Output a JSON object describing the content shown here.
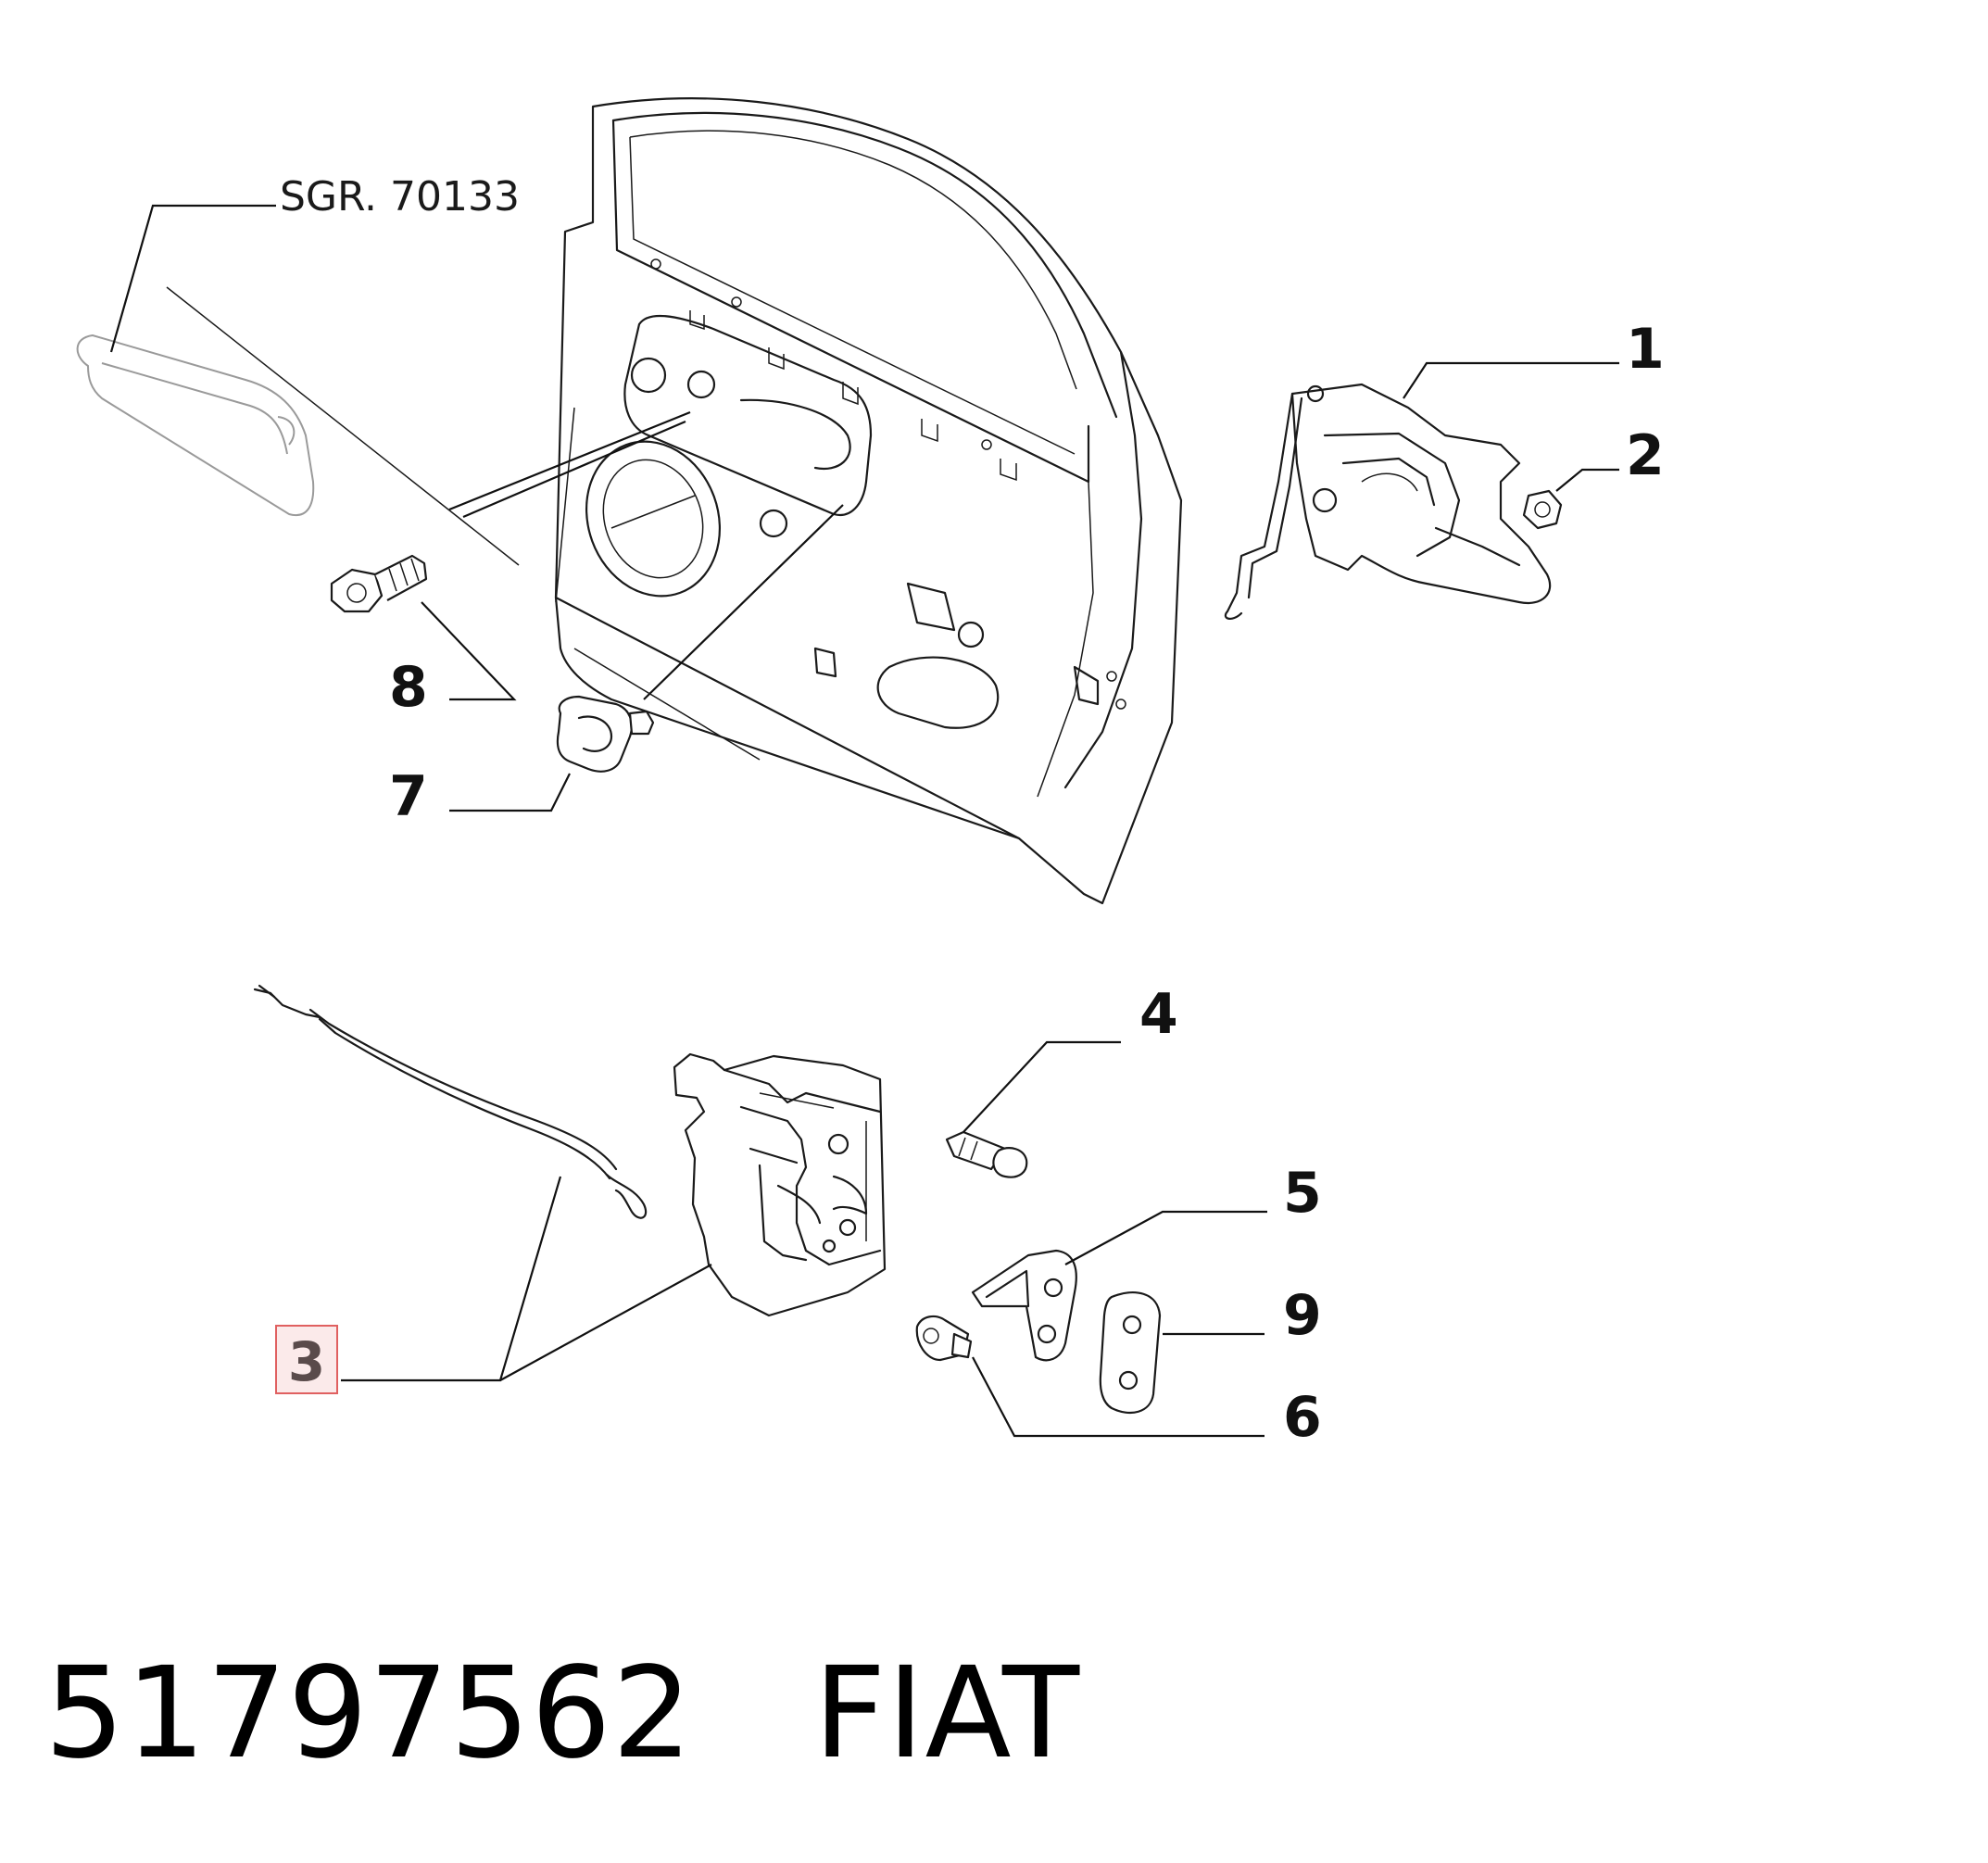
{
  "reference_label": "SGR. 70133",
  "callouts": {
    "c1": "1",
    "c2": "2",
    "c3": "3",
    "c4": "4",
    "c5": "5",
    "c6": "6",
    "c7": "7",
    "c8": "8",
    "c9": "9"
  },
  "highlighted_callout": "3",
  "footer": {
    "part_number": "51797562",
    "brand": "FIAT"
  }
}
